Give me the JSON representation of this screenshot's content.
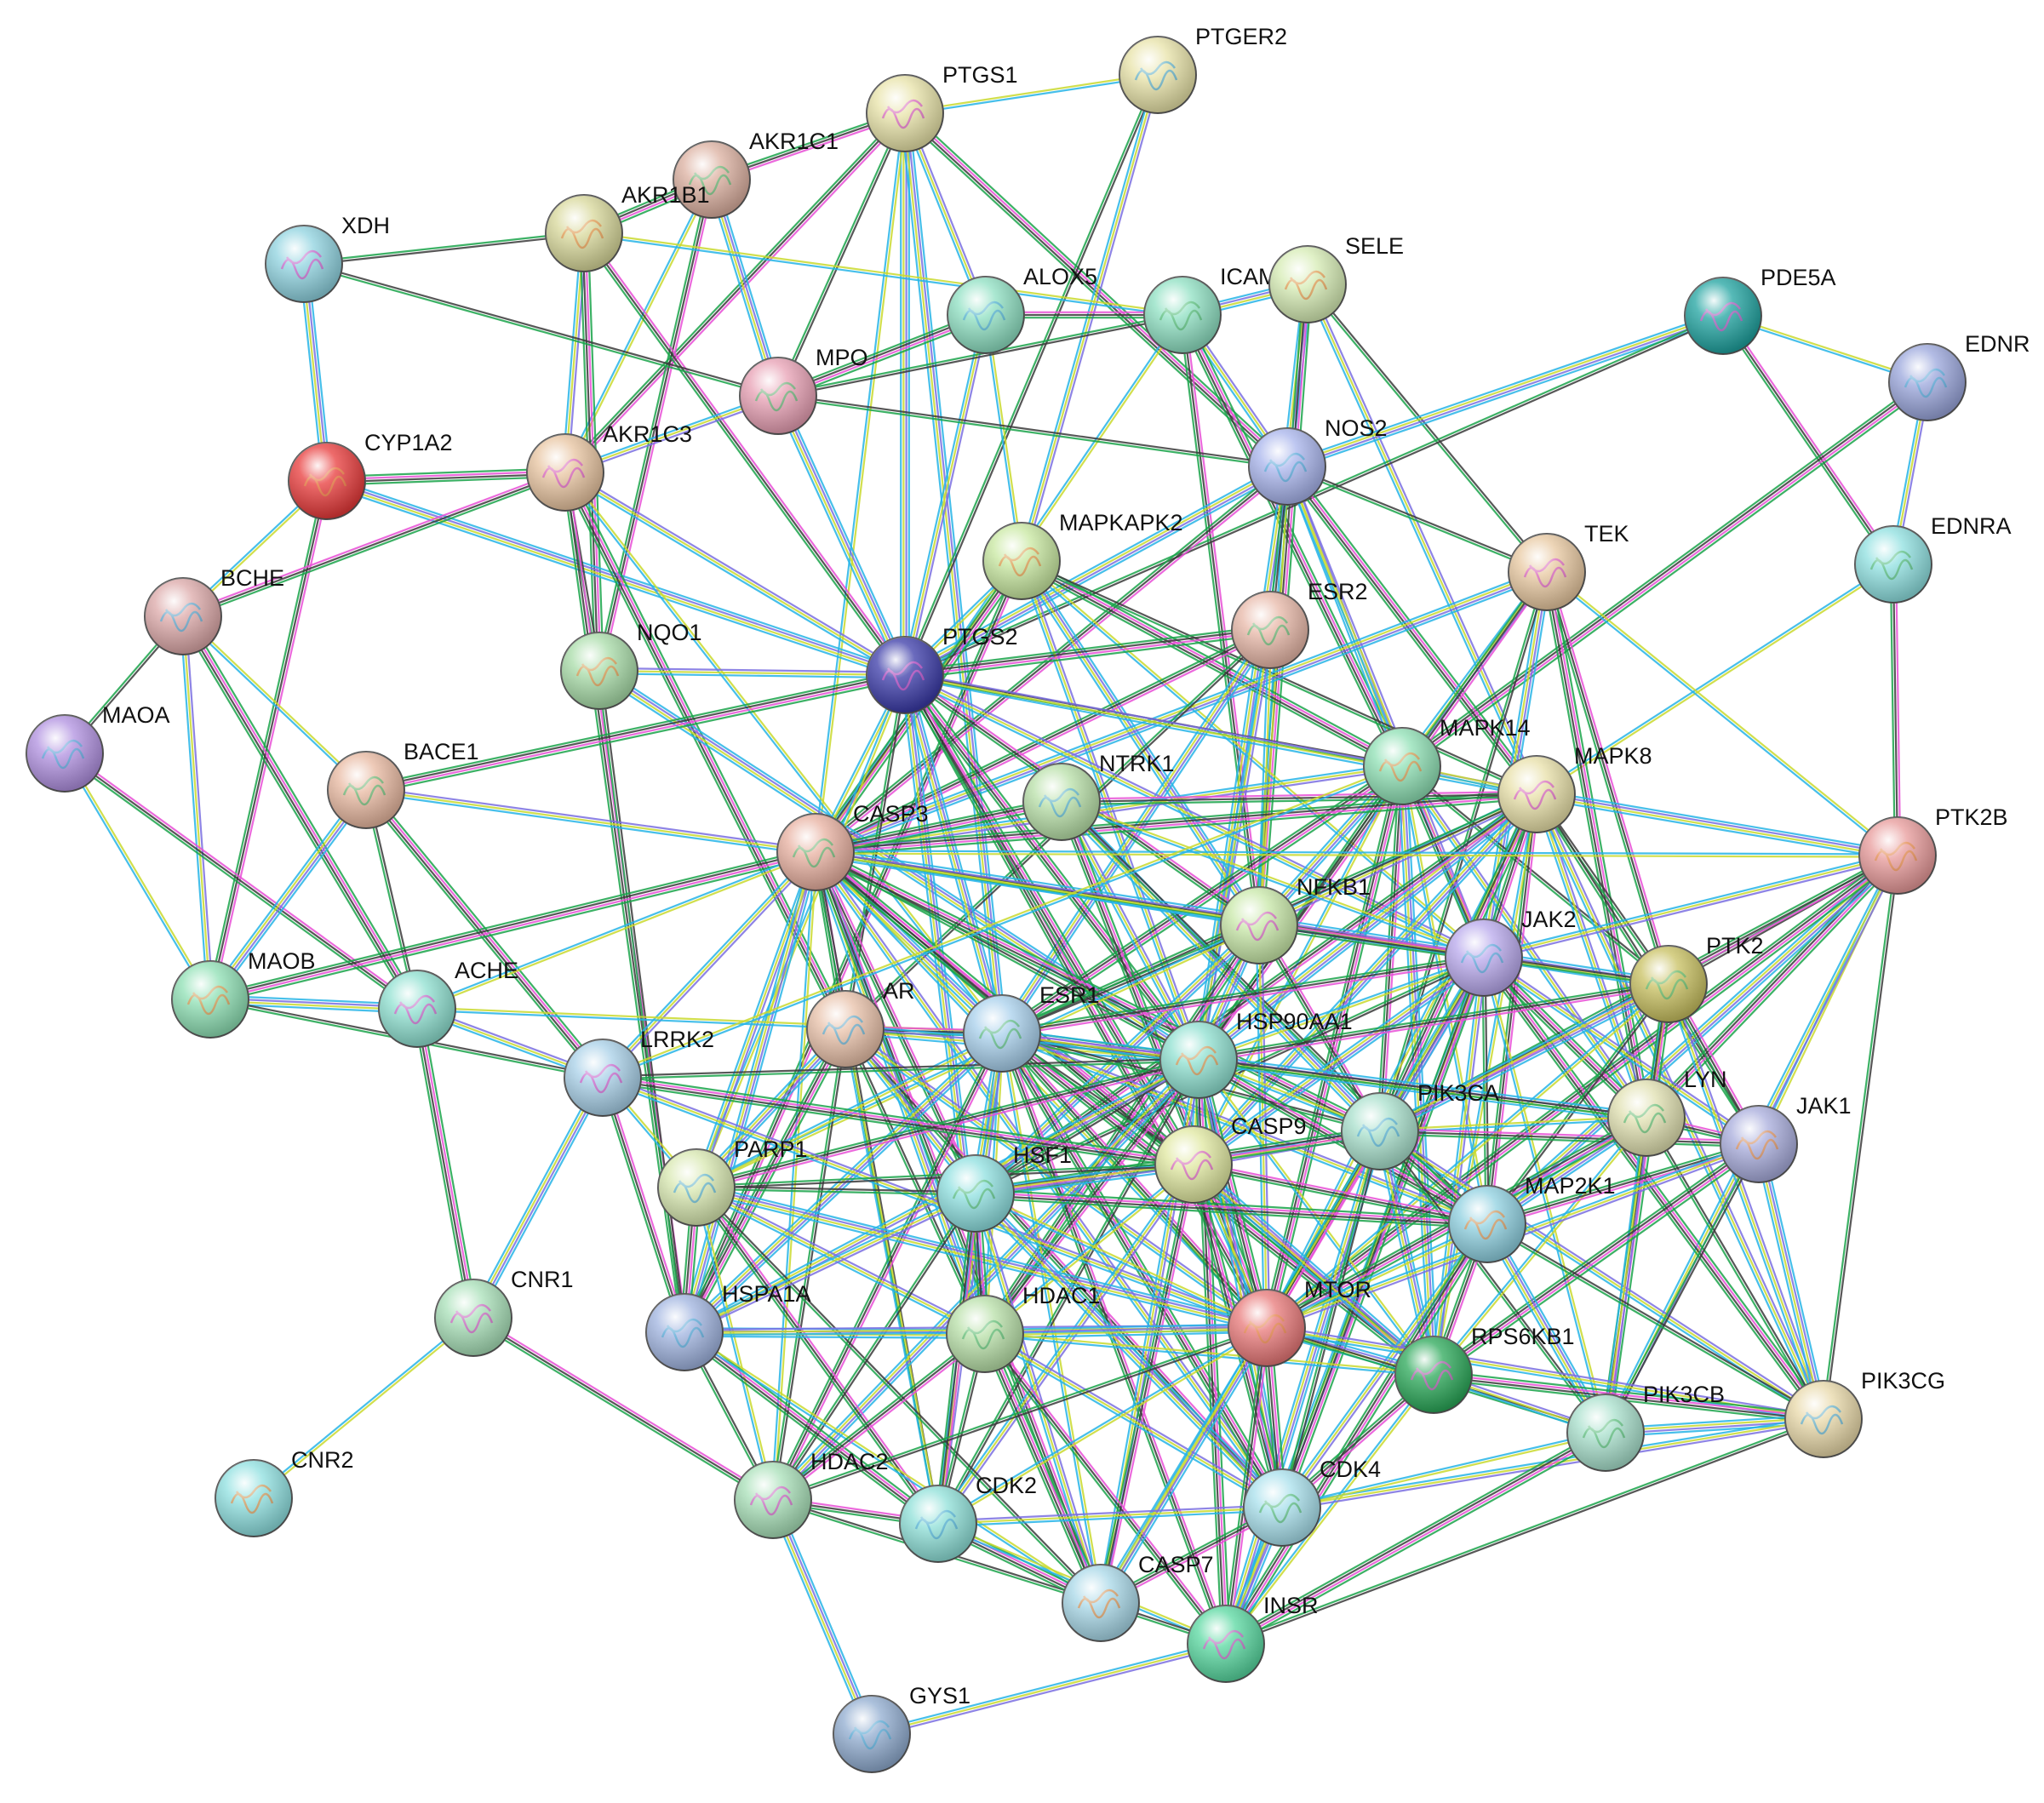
{
  "palette": {
    "edge_colors": [
      "#c9d92e",
      "#e84fd6",
      "#26b4e6",
      "#3a3a3a",
      "#7a6fe0",
      "#1aa34a"
    ]
  },
  "nodes": [
    {
      "id": "PTGS1",
      "label": "PTGS1",
      "color": "#e8e3a8"
    },
    {
      "id": "PTGER2",
      "label": "PTGER2",
      "color": "#e8e3a8"
    },
    {
      "id": "AKR1C1",
      "label": "AKR1C1",
      "color": "#dcb0a0"
    },
    {
      "id": "AKR1B1",
      "label": "AKR1B1",
      "color": "#d8d89a"
    },
    {
      "id": "XDH",
      "label": "XDH",
      "color": "#8fd3e0"
    },
    {
      "id": "ALOX5",
      "label": "ALOX5",
      "color": "#8ee0c2"
    },
    {
      "id": "ICAM1",
      "label": "ICAM1",
      "color": "#8ee0c2"
    },
    {
      "id": "SELE",
      "label": "SELE",
      "color": "#d6ecb4"
    },
    {
      "id": "PDE5A",
      "label": "PDE5A",
      "color": "#1fa3a0"
    },
    {
      "id": "EDNRB",
      "label": "EDNR",
      "color": "#9aa6dc"
    },
    {
      "id": "MPO",
      "label": "MPO",
      "color": "#e8a0b4"
    },
    {
      "id": "CYP1A2",
      "label": "CYP1A2",
      "color": "#e83a3a"
    },
    {
      "id": "AKR1C3",
      "label": "AKR1C3",
      "color": "#e8c4a0"
    },
    {
      "id": "NOS2",
      "label": "NOS2",
      "color": "#a8b4ec"
    },
    {
      "id": "EDNRA",
      "label": "EDNRA",
      "color": "#8ee0e0"
    },
    {
      "id": "MAPKAPK2",
      "label": "MAPKAPK2",
      "color": "#c8e8a0"
    },
    {
      "id": "TEK",
      "label": "TEK",
      "color": "#e8c8a0"
    },
    {
      "id": "BCHE",
      "label": "BCHE",
      "color": "#dca8a8"
    },
    {
      "id": "ESR2",
      "label": "ESR2",
      "color": "#e8b8a8"
    },
    {
      "id": "NQO1",
      "label": "NQO1",
      "color": "#a8dca8"
    },
    {
      "id": "PTGS2",
      "label": "PTGS2",
      "color": "#3a3aa8"
    },
    {
      "id": "MAOA",
      "label": "MAOA",
      "color": "#b090e0"
    },
    {
      "id": "BACE1",
      "label": "BACE1",
      "color": "#e8b8a0"
    },
    {
      "id": "MAPK14",
      "label": "MAPK14",
      "color": "#8ee0b4"
    },
    {
      "id": "MAPK8",
      "label": "MAPK8",
      "color": "#e8e0a8"
    },
    {
      "id": "NTRK1",
      "label": "NTRK1",
      "color": "#b8e0a8"
    },
    {
      "id": "CASP3",
      "label": "CASP3",
      "color": "#e8b0a0"
    },
    {
      "id": "PTK2B",
      "label": "PTK2B",
      "color": "#e89a9a"
    },
    {
      "id": "NFKB1",
      "label": "NFKB1",
      "color": "#c8e8a8"
    },
    {
      "id": "JAK2",
      "label": "JAK2",
      "color": "#b8a8ec"
    },
    {
      "id": "PTK2",
      "label": "PTK2",
      "color": "#c8c060"
    },
    {
      "id": "MAOB",
      "label": "MAOB",
      "color": "#8ee0b4"
    },
    {
      "id": "ACHE",
      "label": "ACHE",
      "color": "#8ee0d0"
    },
    {
      "id": "AR",
      "label": "AR",
      "color": "#e8c0a8"
    },
    {
      "id": "ESR1",
      "label": "ESR1",
      "color": "#a8d0ec"
    },
    {
      "id": "HSP90AA1",
      "label": "HSP90AA1",
      "color": "#8ee0d0"
    },
    {
      "id": "LRRK2",
      "label": "LRRK2",
      "color": "#a8d0e8"
    },
    {
      "id": "PIK3CA",
      "label": "PIK3CA",
      "color": "#a8e0cc"
    },
    {
      "id": "LYN",
      "label": "LYN",
      "color": "#e0e0b0"
    },
    {
      "id": "JAK1",
      "label": "JAK1",
      "color": "#a8acdc"
    },
    {
      "id": "CASP9",
      "label": "CASP9",
      "color": "#e0e8a0"
    },
    {
      "id": "PARP1",
      "label": "PARP1",
      "color": "#d8e8b0"
    },
    {
      "id": "HSF1",
      "label": "HSF1",
      "color": "#8ee0e0"
    },
    {
      "id": "MAP2K1",
      "label": "MAP2K1",
      "color": "#8ed0e0"
    },
    {
      "id": "CNR1",
      "label": "CNR1",
      "color": "#a8e0b8"
    },
    {
      "id": "HSPA1A",
      "label": "HSPA1A",
      "color": "#a0b4e0"
    },
    {
      "id": "HDAC1",
      "label": "HDAC1",
      "color": "#b8e0a8"
    },
    {
      "id": "MTOR",
      "label": "MTOR",
      "color": "#e87878"
    },
    {
      "id": "RPS6KB1",
      "label": "RPS6KB1",
      "color": "#2aa858"
    },
    {
      "id": "PIK3CG",
      "label": "PIK3CG",
      "color": "#e8d8a8"
    },
    {
      "id": "PIK3CB",
      "label": "PIK3CB",
      "color": "#a8e0cc"
    },
    {
      "id": "CNR2",
      "label": "CNR2",
      "color": "#8ee0e0"
    },
    {
      "id": "HDAC2",
      "label": "HDAC2",
      "color": "#a8e0b8"
    },
    {
      "id": "CDK2",
      "label": "CDK2",
      "color": "#8ee0d8"
    },
    {
      "id": "CDK4",
      "label": "CDK4",
      "color": "#a8e0ec"
    },
    {
      "id": "CASP7",
      "label": "CASP7",
      "color": "#a8d8e8"
    },
    {
      "id": "INSR",
      "label": "INSR",
      "color": "#58d8a0"
    },
    {
      "id": "GYS1",
      "label": "GYS1",
      "color": "#90acd0"
    }
  ],
  "edges": [
    [
      "PTGS1",
      "PTGER2"
    ],
    [
      "PTGS1",
      "AKR1C1"
    ],
    [
      "PTGS1",
      "PTGS2"
    ],
    [
      "PTGS1",
      "MPO"
    ],
    [
      "PTGS1",
      "ALOX5"
    ],
    [
      "PTGS1",
      "NOS2"
    ],
    [
      "PTGS1",
      "CASP3"
    ],
    [
      "PTGS1",
      "AKR1C3"
    ],
    [
      "PTGS1",
      "ESR1"
    ],
    [
      "PTGER2",
      "PTGS2"
    ],
    [
      "PTGER2",
      "MAPKAPK2"
    ],
    [
      "AKR1C1",
      "AKR1B1"
    ],
    [
      "AKR1C1",
      "AKR1C3"
    ],
    [
      "AKR1C1",
      "NQO1"
    ],
    [
      "AKR1C1",
      "MPO"
    ],
    [
      "AKR1B1",
      "XDH"
    ],
    [
      "AKR1B1",
      "AKR1C3"
    ],
    [
      "AKR1B1",
      "NQO1"
    ],
    [
      "AKR1B1",
      "ICAM1"
    ],
    [
      "AKR1B1",
      "PTGS2"
    ],
    [
      "XDH",
      "CYP1A2"
    ],
    [
      "XDH",
      "MPO"
    ],
    [
      "ALOX5",
      "PTGS2"
    ],
    [
      "ALOX5",
      "MPO"
    ],
    [
      "ALOX5",
      "MAPKAPK2"
    ],
    [
      "ALOX5",
      "ICAM1"
    ],
    [
      "ICAM1",
      "SELE"
    ],
    [
      "ICAM1",
      "MPO"
    ],
    [
      "ICAM1",
      "NOS2"
    ],
    [
      "ICAM1",
      "MAPK14"
    ],
    [
      "ICAM1",
      "CASP3"
    ],
    [
      "ICAM1",
      "NFKB1"
    ],
    [
      "SELE",
      "NOS2"
    ],
    [
      "SELE",
      "TEK"
    ],
    [
      "SELE",
      "MAPK8"
    ],
    [
      "SELE",
      "NFKB1"
    ],
    [
      "PDE5A",
      "EDNRB"
    ],
    [
      "PDE5A",
      "EDNRA"
    ],
    [
      "PDE5A",
      "NOS2"
    ],
    [
      "PDE5A",
      "PTGS2"
    ],
    [
      "EDNRB",
      "EDNRA"
    ],
    [
      "EDNRB",
      "MAPK14"
    ],
    [
      "EDNRA",
      "MAPK8"
    ],
    [
      "EDNRA",
      "PTK2B"
    ],
    [
      "MPO",
      "PTGS2"
    ],
    [
      "MPO",
      "NOS2"
    ],
    [
      "MPO",
      "AKR1C3"
    ],
    [
      "CYP1A2",
      "AKR1C3"
    ],
    [
      "CYP1A2",
      "BCHE"
    ],
    [
      "CYP1A2",
      "MAOB"
    ],
    [
      "CYP1A2",
      "PTGS2"
    ],
    [
      "AKR1C3",
      "NQO1"
    ],
    [
      "AKR1C3",
      "PTGS2"
    ],
    [
      "AKR1C3",
      "AR"
    ],
    [
      "AKR1C3",
      "ESR1"
    ],
    [
      "AKR1C3",
      "HSPA1A"
    ],
    [
      "NOS2",
      "PTGS2"
    ],
    [
      "NOS2",
      "TEK"
    ],
    [
      "NOS2",
      "MAPK14"
    ],
    [
      "NOS2",
      "MAPK8"
    ],
    [
      "NOS2",
      "NFKB1"
    ],
    [
      "NOS2",
      "CASP3"
    ],
    [
      "NOS2",
      "HSP90AA1"
    ],
    [
      "NOS2",
      "ESR2"
    ],
    [
      "NOS2",
      "JAK2"
    ],
    [
      "MAPKAPK2",
      "MAPK14"
    ],
    [
      "MAPKAPK2",
      "PTGS2"
    ],
    [
      "MAPKAPK2",
      "HSPA1A"
    ],
    [
      "MAPKAPK2",
      "NFKB1"
    ],
    [
      "MAPKAPK2",
      "MAPK8"
    ],
    [
      "MAPKAPK2",
      "HSP90AA1"
    ],
    [
      "MAPKAPK2",
      "CASP3"
    ],
    [
      "MAPKAPK2",
      "JAK2"
    ],
    [
      "TEK",
      "PTK2"
    ],
    [
      "TEK",
      "JAK2"
    ],
    [
      "TEK",
      "PIK3CA"
    ],
    [
      "TEK",
      "MAPK14"
    ],
    [
      "TEK",
      "LYN"
    ],
    [
      "TEK",
      "PTK2B"
    ],
    [
      "TEK",
      "HSP90AA1"
    ],
    [
      "TEK",
      "CASP3"
    ],
    [
      "BCHE",
      "MAOA"
    ],
    [
      "BCHE",
      "MAOB"
    ],
    [
      "BCHE",
      "ACHE"
    ],
    [
      "BCHE",
      "BACE1"
    ],
    [
      "BCHE",
      "AKR1C3"
    ],
    [
      "ESR2",
      "ESR1"
    ],
    [
      "ESR2",
      "AR"
    ],
    [
      "ESR2",
      "HSP90AA1"
    ],
    [
      "ESR2",
      "PTGS2"
    ],
    [
      "ESR2",
      "NFKB1"
    ],
    [
      "ESR2",
      "CASP3"
    ],
    [
      "NQO1",
      "HSP90AA1"
    ],
    [
      "NQO1",
      "HSPA1A"
    ],
    [
      "NQO1",
      "PTGS2"
    ],
    [
      "PTGS2",
      "BACE1"
    ],
    [
      "PTGS2",
      "CASP3"
    ],
    [
      "PTGS2",
      "NFKB1"
    ],
    [
      "PTGS2",
      "ESR1"
    ],
    [
      "PTGS2",
      "MAPK14"
    ],
    [
      "PTGS2",
      "MAPK8"
    ],
    [
      "PTGS2",
      "HSP90AA1"
    ],
    [
      "PTGS2",
      "PARP1"
    ],
    [
      "PTGS2",
      "MTOR"
    ],
    [
      "PTGS2",
      "HDAC1"
    ],
    [
      "PTGS2",
      "AR"
    ],
    [
      "PTGS2",
      "JAK2"
    ],
    [
      "PTGS2",
      "CASP9"
    ],
    [
      "MAOA",
      "MAOB"
    ],
    [
      "MAOA",
      "ACHE"
    ],
    [
      "BACE1",
      "MAOB"
    ],
    [
      "BACE1",
      "ACHE"
    ],
    [
      "BACE1",
      "CASP3"
    ],
    [
      "BACE1",
      "LRRK2"
    ],
    [
      "MAPK14",
      "MAPK8"
    ],
    [
      "MAPK14",
      "JAK2"
    ],
    [
      "MAPK14",
      "NFKB1"
    ],
    [
      "MAPK14",
      "HSP90AA1"
    ],
    [
      "MAPK14",
      "CASP3"
    ],
    [
      "MAPK14",
      "MTOR"
    ],
    [
      "MAPK14",
      "MAP2K1"
    ],
    [
      "MAPK14",
      "PIK3CA"
    ],
    [
      "MAPK14",
      "RPS6KB1"
    ],
    [
      "MAPK14",
      "PTK2"
    ],
    [
      "MAPK14",
      "LYN"
    ],
    [
      "MAPK14",
      "ESR1"
    ],
    [
      "MAPK14",
      "CASP9"
    ],
    [
      "MAPK8",
      "JAK2"
    ],
    [
      "MAPK8",
      "PTK2B"
    ],
    [
      "MAPK8",
      "PTK2"
    ],
    [
      "MAPK8",
      "NFKB1"
    ],
    [
      "MAPK8",
      "CASP3"
    ],
    [
      "MAPK8",
      "MTOR"
    ],
    [
      "MAPK8",
      "MAP2K1"
    ],
    [
      "MAPK8",
      "HSP90AA1"
    ],
    [
      "MAPK8",
      "JAK1"
    ],
    [
      "MAPK8",
      "LYN"
    ],
    [
      "MAPK8",
      "PIK3CA"
    ],
    [
      "MAPK8",
      "RPS6KB1"
    ],
    [
      "MAPK8",
      "HSF1"
    ],
    [
      "MAPK8",
      "CASP9"
    ],
    [
      "MAPK8",
      "ESR1"
    ],
    [
      "MAPK8",
      "PIK3CG"
    ],
    [
      "NTRK1",
      "CASP3"
    ],
    [
      "NTRK1",
      "JAK2"
    ],
    [
      "NTRK1",
      "MAPK8"
    ],
    [
      "NTRK1",
      "PIK3CA"
    ],
    [
      "NTRK1",
      "MAP2K1"
    ],
    [
      "NTRK1",
      "HSP90AA1"
    ],
    [
      "NTRK1",
      "MTOR"
    ],
    [
      "CASP3",
      "NFKB1"
    ],
    [
      "CASP3",
      "AR"
    ],
    [
      "CASP3",
      "ESR1"
    ],
    [
      "CASP3",
      "HSP90AA1"
    ],
    [
      "CASP3",
      "PARP1"
    ],
    [
      "CASP3",
      "CASP9"
    ],
    [
      "CASP3",
      "MTOR"
    ],
    [
      "CASP3",
      "HSF1"
    ],
    [
      "CASP3",
      "HDAC1"
    ],
    [
      "CASP3",
      "JAK2"
    ],
    [
      "CASP3",
      "LRRK2"
    ],
    [
      "CASP3",
      "MAOB"
    ],
    [
      "CASP3",
      "ACHE"
    ],
    [
      "CASP3",
      "CASP7"
    ],
    [
      "CASP3",
      "HSPA1A"
    ],
    [
      "CASP3",
      "CDK2"
    ],
    [
      "CASP3",
      "CDK4"
    ],
    [
      "CASP3",
      "PIK3CA"
    ],
    [
      "CASP3",
      "HDAC2"
    ],
    [
      "CASP3",
      "RPS6KB1"
    ],
    [
      "CASP3",
      "PTK2"
    ],
    [
      "PTK2B",
      "PTK2"
    ],
    [
      "PTK2B",
      "JAK2"
    ],
    [
      "PTK2B",
      "LYN"
    ],
    [
      "PTK2B",
      "JAK1"
    ],
    [
      "PTK2B",
      "PIK3CA"
    ],
    [
      "PTK2B",
      "MAP2K1"
    ],
    [
      "PTK2B",
      "PIK3CG"
    ],
    [
      "PTK2B",
      "PIK3CB"
    ],
    [
      "PTK2B",
      "MTOR"
    ],
    [
      "PTK2B",
      "CASP3"
    ],
    [
      "NFKB1",
      "JAK2"
    ],
    [
      "NFKB1",
      "HSP90AA1"
    ],
    [
      "NFKB1",
      "ESR1"
    ],
    [
      "NFKB1",
      "MTOR"
    ],
    [
      "NFKB1",
      "HDAC1"
    ],
    [
      "NFKB1",
      "PARP1"
    ],
    [
      "NFKB1",
      "PIK3CA"
    ],
    [
      "NFKB1",
      "HSF1"
    ],
    [
      "JAK2",
      "PTK2"
    ],
    [
      "JAK2",
      "JAK1"
    ],
    [
      "JAK2",
      "LYN"
    ],
    [
      "JAK2",
      "HSP90AA1"
    ],
    [
      "JAK2",
      "MTOR"
    ],
    [
      "JAK2",
      "PIK3CA"
    ],
    [
      "JAK2",
      "MAP2K1"
    ],
    [
      "JAK2",
      "RPS6KB1"
    ],
    [
      "JAK2",
      "PIK3CG"
    ],
    [
      "JAK2",
      "PIK3CB"
    ],
    [
      "JAK2",
      "ESR1"
    ],
    [
      "JAK2",
      "CASP9"
    ],
    [
      "JAK2",
      "HSF1"
    ],
    [
      "JAK2",
      "INSR"
    ],
    [
      "JAK2",
      "CDK4"
    ],
    [
      "PTK2",
      "LYN"
    ],
    [
      "PTK2",
      "JAK1"
    ],
    [
      "PTK2",
      "PIK3CA"
    ],
    [
      "PTK2",
      "MAP2K1"
    ],
    [
      "PTK2",
      "PIK3CG"
    ],
    [
      "PTK2",
      "PIK3CB"
    ],
    [
      "PTK2",
      "MTOR"
    ],
    [
      "PTK2",
      "HSP90AA1"
    ],
    [
      "MAOB",
      "ACHE"
    ],
    [
      "MAOB",
      "LRRK2"
    ],
    [
      "ACHE",
      "LRRK2"
    ],
    [
      "ACHE",
      "CNR1"
    ],
    [
      "ACHE",
      "ESR1"
    ],
    [
      "AR",
      "ESR1"
    ],
    [
      "AR",
      "HSP90AA1"
    ],
    [
      "AR",
      "HDAC1"
    ],
    [
      "AR",
      "MTOR"
    ],
    [
      "AR",
      "HSPA1A"
    ],
    [
      "AR",
      "CDK2"
    ],
    [
      "AR",
      "CDK4"
    ],
    [
      "AR",
      "PARP1"
    ],
    [
      "AR",
      "HDAC2"
    ],
    [
      "AR",
      "HSF1"
    ],
    [
      "ESR1",
      "HSP90AA1"
    ],
    [
      "ESR1",
      "HDAC1"
    ],
    [
      "ESR1",
      "MTOR"
    ],
    [
      "ESR1",
      "HSF1"
    ],
    [
      "ESR1",
      "PIK3CA"
    ],
    [
      "ESR1",
      "CDK2"
    ],
    [
      "ESR1",
      "CDK4"
    ],
    [
      "ESR1",
      "PARP1"
    ],
    [
      "ESR1",
      "HDAC2"
    ],
    [
      "ESR1",
      "HSPA1A"
    ],
    [
      "ESR1",
      "CASP9"
    ],
    [
      "ESR1",
      "MAP2K1"
    ],
    [
      "ESR1",
      "RPS6KB1"
    ],
    [
      "ESR1",
      "CASP7"
    ],
    [
      "ESR1",
      "INSR"
    ],
    [
      "ESR1",
      "LYN"
    ],
    [
      "HSP90AA1",
      "HSF1"
    ],
    [
      "HSP90AA1",
      "HSPA1A"
    ],
    [
      "HSP90AA1",
      "MTOR"
    ],
    [
      "HSP90AA1",
      "PIK3CA"
    ],
    [
      "HSP90AA1",
      "HDAC1"
    ],
    [
      "HSP90AA1",
      "CDK4"
    ],
    [
      "HSP90AA1",
      "CDK2"
    ],
    [
      "HSP90AA1",
      "CASP9"
    ],
    [
      "HSP90AA1",
      "MAP2K1"
    ],
    [
      "HSP90AA1",
      "RPS6KB1"
    ],
    [
      "HSP90AA1",
      "PARP1"
    ],
    [
      "HSP90AA1",
      "HDAC2"
    ],
    [
      "HSP90AA1",
      "LYN"
    ],
    [
      "HSP90AA1",
      "CASP7"
    ],
    [
      "HSP90AA1",
      "INSR"
    ],
    [
      "LRRK2",
      "PARP1"
    ],
    [
      "LRRK2",
      "HSPA1A"
    ],
    [
      "LRRK2",
      "CNR1"
    ],
    [
      "LRRK2",
      "HSP90AA1"
    ],
    [
      "LRRK2",
      "MTOR"
    ],
    [
      "LRRK2",
      "CASP9"
    ],
    [
      "LRRK2",
      "MAPK14"
    ],
    [
      "PIK3CA",
      "MTOR"
    ],
    [
      "PIK3CA",
      "RPS6KB1"
    ],
    [
      "PIK3CA",
      "PIK3CB"
    ],
    [
      "PIK3CA",
      "PIK3CG"
    ],
    [
      "PIK3CA",
      "MAP2K1"
    ],
    [
      "PIK3CA",
      "LYN"
    ],
    [
      "PIK3CA",
      "JAK1"
    ],
    [
      "PIK3CA",
      "INSR"
    ],
    [
      "PIK3CA",
      "CDK4"
    ],
    [
      "PIK3CA",
      "CASP9"
    ],
    [
      "PIK3CA",
      "HSF1"
    ],
    [
      "PIK3CA",
      "CASP7"
    ],
    [
      "LYN",
      "JAK1"
    ],
    [
      "LYN",
      "MAP2K1"
    ],
    [
      "LYN",
      "PIK3CG"
    ],
    [
      "LYN",
      "PIK3CB"
    ],
    [
      "LYN",
      "MTOR"
    ],
    [
      "LYN",
      "RPS6KB1"
    ],
    [
      "JAK1",
      "MAP2K1"
    ],
    [
      "JAK1",
      "PIK3CG"
    ],
    [
      "JAK1",
      "PIK3CB"
    ],
    [
      "JAK1",
      "MTOR"
    ],
    [
      "JAK1",
      "RPS6KB1"
    ],
    [
      "CASP9",
      "MTOR"
    ],
    [
      "CASP9",
      "CASP7"
    ],
    [
      "CASP9",
      "HSF1"
    ],
    [
      "CASP9",
      "PARP1"
    ],
    [
      "CASP9",
      "CDK2"
    ],
    [
      "CASP9",
      "CDK4"
    ],
    [
      "CASP9",
      "HDAC1"
    ],
    [
      "CASP9",
      "MAP2K1"
    ],
    [
      "CASP9",
      "RPS6KB1"
    ],
    [
      "PARP1",
      "HSF1"
    ],
    [
      "PARP1",
      "HDAC1"
    ],
    [
      "PARP1",
      "HSPA1A"
    ],
    [
      "PARP1",
      "HDAC2"
    ],
    [
      "PARP1",
      "CDK2"
    ],
    [
      "PARP1",
      "MTOR"
    ],
    [
      "PARP1",
      "CASP7"
    ],
    [
      "HSF1",
      "HSPA1A"
    ],
    [
      "HSF1",
      "HDAC1"
    ],
    [
      "HSF1",
      "MTOR"
    ],
    [
      "HSF1",
      "CDK2"
    ],
    [
      "HSF1",
      "CDK4"
    ],
    [
      "HSF1",
      "HDAC2"
    ],
    [
      "HSF1",
      "CASP7"
    ],
    [
      "HSF1",
      "MAP2K1"
    ],
    [
      "MAP2K1",
      "MTOR"
    ],
    [
      "MAP2K1",
      "RPS6KB1"
    ],
    [
      "MAP2K1",
      "PIK3CB"
    ],
    [
      "MAP2K1",
      "PIK3CG"
    ],
    [
      "MAP2K1",
      "CDK4"
    ],
    [
      "MAP2K1",
      "INSR"
    ],
    [
      "CNR1",
      "CNR2"
    ],
    [
      "CNR1",
      "HDAC2"
    ],
    [
      "HSPA1A",
      "HDAC1"
    ],
    [
      "HSPA1A",
      "HDAC2"
    ],
    [
      "HSPA1A",
      "MTOR"
    ],
    [
      "HSPA1A",
      "CDK2"
    ],
    [
      "HSPA1A",
      "CASP7"
    ],
    [
      "HDAC1",
      "HDAC2"
    ],
    [
      "HDAC1",
      "MTOR"
    ],
    [
      "HDAC1",
      "CDK2"
    ],
    [
      "HDAC1",
      "CDK4"
    ],
    [
      "HDAC1",
      "CASP7"
    ],
    [
      "HDAC1",
      "RPS6KB1"
    ],
    [
      "HDAC1",
      "INSR"
    ],
    [
      "MTOR",
      "RPS6KB1"
    ],
    [
      "MTOR",
      "PIK3CB"
    ],
    [
      "MTOR",
      "PIK3CG"
    ],
    [
      "MTOR",
      "CDK4"
    ],
    [
      "MTOR",
      "CDK2"
    ],
    [
      "MTOR",
      "INSR"
    ],
    [
      "MTOR",
      "CASP7"
    ],
    [
      "MTOR",
      "HDAC2"
    ],
    [
      "RPS6KB1",
      "PIK3CB"
    ],
    [
      "RPS6KB1",
      "PIK3CG"
    ],
    [
      "RPS6KB1",
      "INSR"
    ],
    [
      "RPS6KB1",
      "CDK4"
    ],
    [
      "PIK3CG",
      "PIK3CB"
    ],
    [
      "PIK3CG",
      "INSR"
    ],
    [
      "PIK3CG",
      "CDK4"
    ],
    [
      "PIK3CB",
      "INSR"
    ],
    [
      "PIK3CB",
      "CDK4"
    ],
    [
      "HDAC2",
      "CDK2"
    ],
    [
      "HDAC2",
      "GYS1"
    ],
    [
      "HDAC2",
      "CASP7"
    ],
    [
      "CDK2",
      "CDK4"
    ],
    [
      "CDK2",
      "CASP7"
    ],
    [
      "CDK2",
      "INSR"
    ],
    [
      "CDK4",
      "CASP7"
    ],
    [
      "CDK4",
      "INSR"
    ],
    [
      "CASP7",
      "INSR"
    ],
    [
      "INSR",
      "GYS1"
    ]
  ]
}
